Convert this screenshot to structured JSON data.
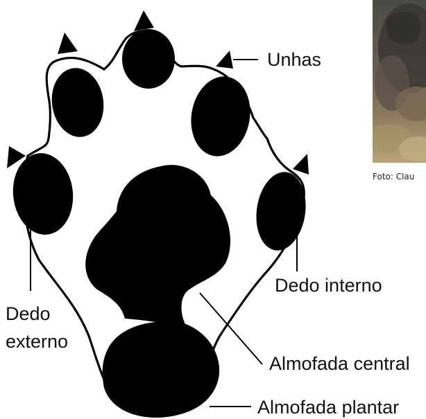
{
  "diagram": {
    "labels": {
      "claws": "Unhas",
      "inner_toe": "Dedo interno",
      "outer_toe_line1": "Dedo",
      "outer_toe_line2": "externo",
      "central_pad": "Almofada central",
      "plantar_pad": "Almofada plantar"
    },
    "photo": {
      "credit": "Foto: Clau"
    },
    "colors": {
      "ink": "#000000",
      "background": "#ffffff"
    }
  }
}
